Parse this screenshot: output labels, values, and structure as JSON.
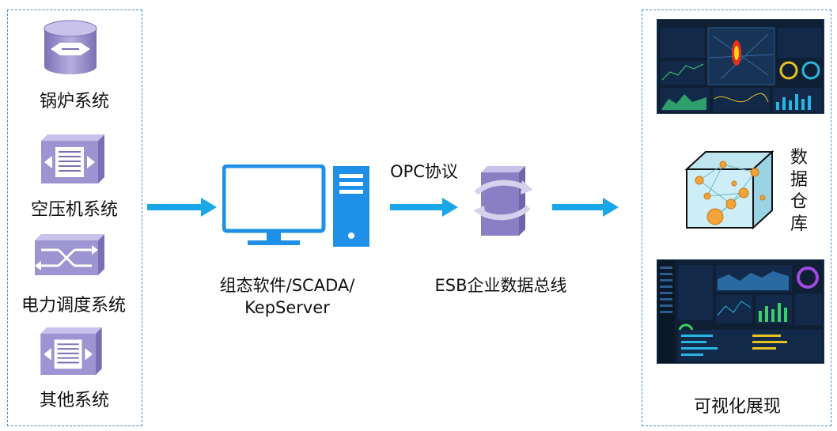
{
  "sources": [
    {
      "label": "锅炉系统",
      "icon": "database-cylinder-icon"
    },
    {
      "label": "空压机系统",
      "icon": "server-module-icon"
    },
    {
      "label": "电力调度系统",
      "icon": "switch-router-icon"
    },
    {
      "label": "其他系统",
      "icon": "server-module-icon"
    }
  ],
  "scada": {
    "line1": "组态软件/SCADA/",
    "line2": "KepServer",
    "icon": "computer-workstation-icon"
  },
  "protocol": {
    "label": "OPC协议"
  },
  "esb": {
    "label": "ESB企业数据总线",
    "icon": "esb-bus-cube-icon"
  },
  "outputs": {
    "warehouse_label": [
      "数",
      "据",
      "仓",
      "库"
    ],
    "display_label": "可视化展现",
    "warehouse_icon": "data-warehouse-cube-icon"
  },
  "colors": {
    "arrow": "#1aa7e8",
    "computer": "#1e90e8",
    "cube_purple": "#8a7fc4",
    "border": "#4a90c8"
  }
}
